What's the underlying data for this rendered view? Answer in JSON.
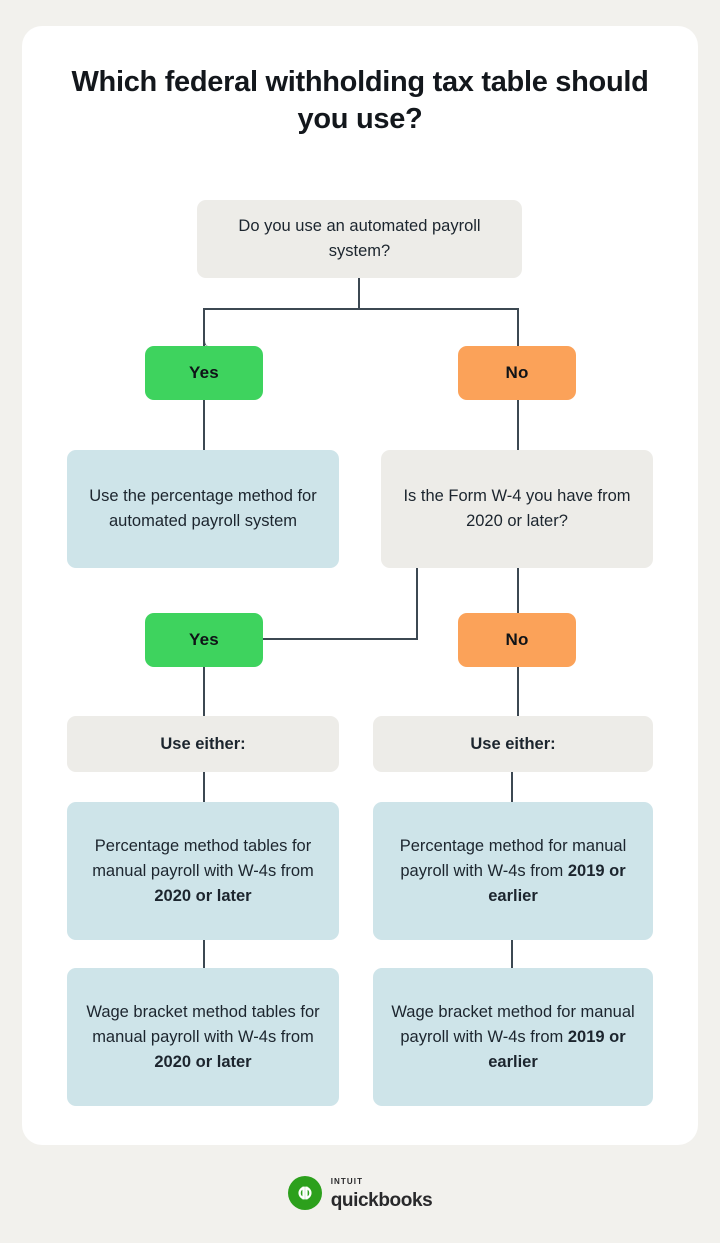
{
  "colors": {
    "page_background": "#f2f1ed",
    "card_background": "#ffffff",
    "gray_node": "#edece8",
    "blue_node": "#cee4e9",
    "green_pill": "#3ed35e",
    "orange_pill": "#fba259",
    "connector": "#3c4852",
    "text": "#1c252e",
    "logo_green": "#2ca01c"
  },
  "title": "Which federal withholding tax table should you use?",
  "chart_data": {
    "type": "diagram",
    "title": "Which federal withholding tax table should you use?",
    "nodes": [
      {
        "id": "q1",
        "kind": "question",
        "text": "Do you use an automated payroll system?"
      },
      {
        "id": "yes1",
        "kind": "answer",
        "text": "Yes",
        "color": "#3ed35e"
      },
      {
        "id": "no1",
        "kind": "answer",
        "text": "No",
        "color": "#fba259"
      },
      {
        "id": "r1",
        "kind": "result",
        "text": "Use the percentage method for automated payroll system"
      },
      {
        "id": "q2",
        "kind": "question",
        "text": "Is the Form W-4 you have from 2020 or later?"
      },
      {
        "id": "yes2",
        "kind": "answer",
        "text": "Yes",
        "color": "#3ed35e"
      },
      {
        "id": "no2",
        "kind": "answer",
        "text": "No",
        "color": "#fba259"
      },
      {
        "id": "l1",
        "kind": "label",
        "text": "Use either:"
      },
      {
        "id": "l2",
        "kind": "label",
        "text": "Use either:"
      },
      {
        "id": "r2",
        "kind": "result",
        "text": "Percentage method tables for manual payroll with W-4s from 2020 or later"
      },
      {
        "id": "r3",
        "kind": "result",
        "text": "Wage bracket method tables for manual payroll with W-4s from 2020 or later"
      },
      {
        "id": "r4",
        "kind": "result",
        "text": "Percentage method for manual payroll with W-4s from 2019 or earlier"
      },
      {
        "id": "r5",
        "kind": "result",
        "text": "Wage bracket method for manual payroll with W-4s from 2019 or earlier"
      }
    ],
    "edges": [
      {
        "from": "q1",
        "to": "yes1"
      },
      {
        "from": "q1",
        "to": "no1"
      },
      {
        "from": "yes1",
        "to": "r1"
      },
      {
        "from": "no1",
        "to": "q2"
      },
      {
        "from": "q2",
        "to": "yes2"
      },
      {
        "from": "q2",
        "to": "no2"
      },
      {
        "from": "yes2",
        "to": "l1"
      },
      {
        "from": "no2",
        "to": "l2"
      },
      {
        "from": "l1",
        "to": "r2"
      },
      {
        "from": "r2",
        "to": "r3"
      },
      {
        "from": "l2",
        "to": "r4"
      },
      {
        "from": "r4",
        "to": "r5"
      }
    ]
  },
  "flow": {
    "q1": "Do you use an automated payroll system?",
    "yes1": "Yes",
    "no1": "No",
    "r1": "Use the percentage method for automated payroll system",
    "q2": "Is the Form W-4 you have from 2020 or later?",
    "yes2": "Yes",
    "no2": "No",
    "either_left": "Use either:",
    "either_right": "Use either:",
    "r2_plain": "Percentage method tables for manual payroll with W-4s from ",
    "r2_bold": "2020 or later",
    "r3_plain": "Wage bracket method tables for manual payroll with W-4s from ",
    "r3_bold": "2020 or later",
    "r4_plain": "Percentage method for manual payroll with W-4s from ",
    "r4_bold": "2019 or earlier",
    "r5_plain": "Wage bracket method for manual payroll with W-4s from ",
    "r5_bold": "2019 or earlier"
  },
  "footer": {
    "brand_top": "INTUIT",
    "brand_bottom": "quickbooks",
    "logo_monogram": "qb"
  }
}
